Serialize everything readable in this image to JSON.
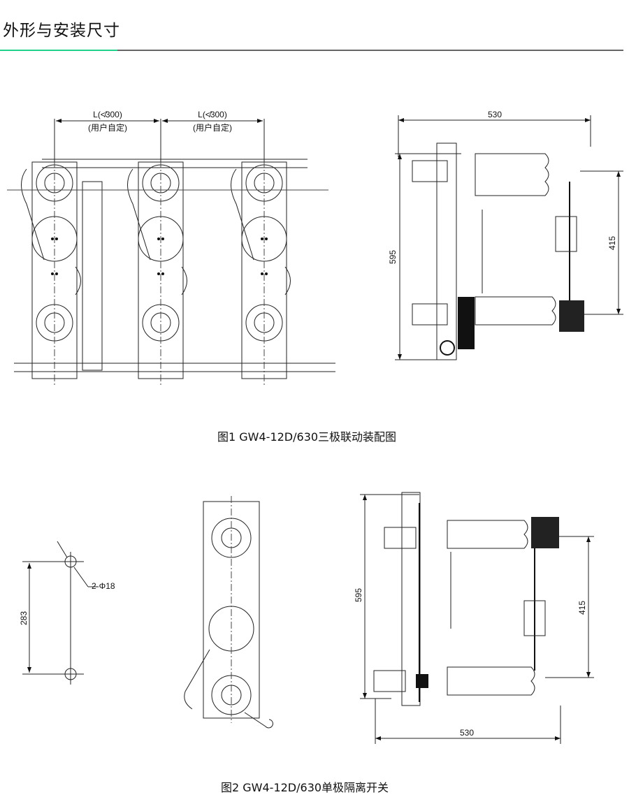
{
  "header": {
    "title": "外形与安装尺寸",
    "accent_color": "#1fd18a",
    "rule_color": "#666666"
  },
  "figure1": {
    "caption": "图1 GW4-12D/630三极联动装配图",
    "spacing_label_1": "L(≮300)",
    "spacing_note_1": "(用户自定)",
    "spacing_label_2": "L(≮300)",
    "spacing_note_2": "(用户自定)",
    "side_width": "530",
    "side_height": "595",
    "side_contact_span": "415"
  },
  "figure2": {
    "caption": "图2 GW4-12D/630单极隔离开关",
    "hole_label": "2-Φ18",
    "hole_spacing": "283",
    "side_height": "595",
    "side_contact_span": "415",
    "side_width": "530"
  }
}
